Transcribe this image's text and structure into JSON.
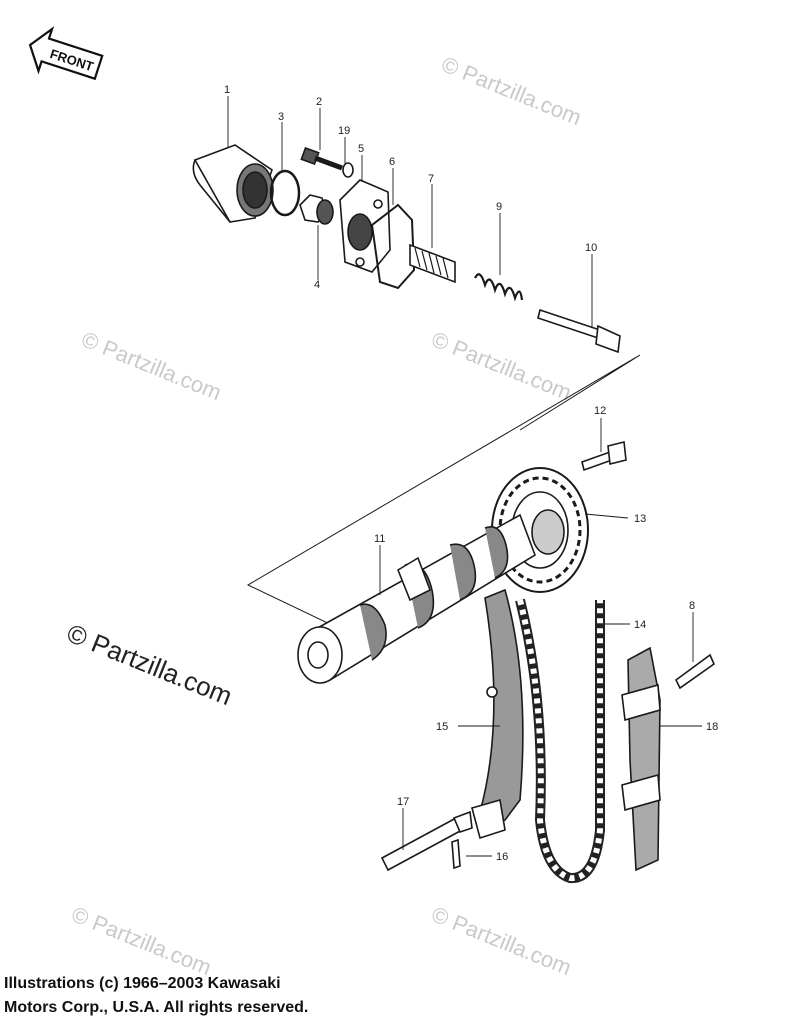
{
  "front_label": "FRONT",
  "watermark_text": "© Partzilla.com",
  "callouts": [
    "1",
    "2",
    "3",
    "4",
    "5",
    "6",
    "7",
    "8",
    "9",
    "10",
    "11",
    "12",
    "13",
    "14",
    "15",
    "16",
    "17",
    "18",
    "19"
  ],
  "copyright": {
    "line1": "Illustrations (c) 1966–2003 Kawasaki",
    "line2": "Motors Corp., U.S.A.  All rights reserved."
  },
  "colors": {
    "ink": "#1a1a1a",
    "watermark": "#c9c9c9",
    "background": "#ffffff"
  }
}
